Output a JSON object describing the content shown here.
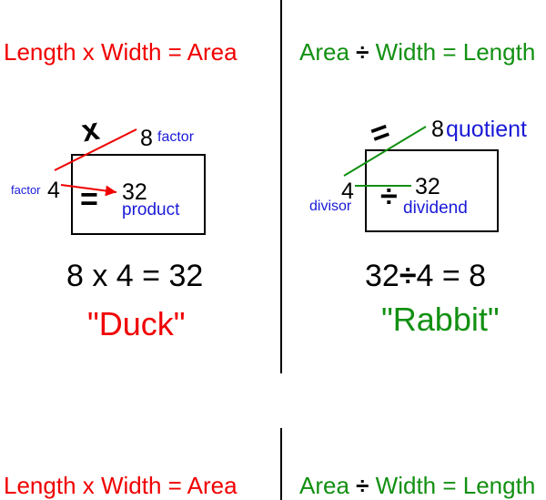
{
  "left": {
    "formula": "Length  x  Width = Area",
    "box": {
      "top_factor": "8",
      "top_factor_label": "factor",
      "side_factor": "4",
      "side_factor_label": "factor",
      "product": "32",
      "product_label": "product",
      "operator_top": "x",
      "operator_inside": "="
    },
    "equation": "8 x 4 = 32",
    "nickname": "\"Duck\""
  },
  "right": {
    "formula_area": "Area",
    "formula_op": "÷",
    "formula_rest": "Width = Length",
    "box": {
      "quotient": "8",
      "quotient_label": "quotient",
      "divisor": "4",
      "divisor_label": "divisor",
      "dividend": "32",
      "dividend_label": "dividend",
      "operator_top": "=",
      "operator_inside": "÷"
    },
    "equation_left": "32",
    "equation_op": "÷",
    "equation_right": "4 = 8",
    "nickname": "\"Rabbit\""
  },
  "bottom": {
    "left_formula": "Length  x  Width = Area",
    "right_formula_area": "Area",
    "right_formula_op": "÷",
    "right_formula_rest": "Width = Length"
  },
  "colors": {
    "red": "#f00000",
    "green": "#129012",
    "blue": "#1a1ad8",
    "black": "#000000"
  }
}
